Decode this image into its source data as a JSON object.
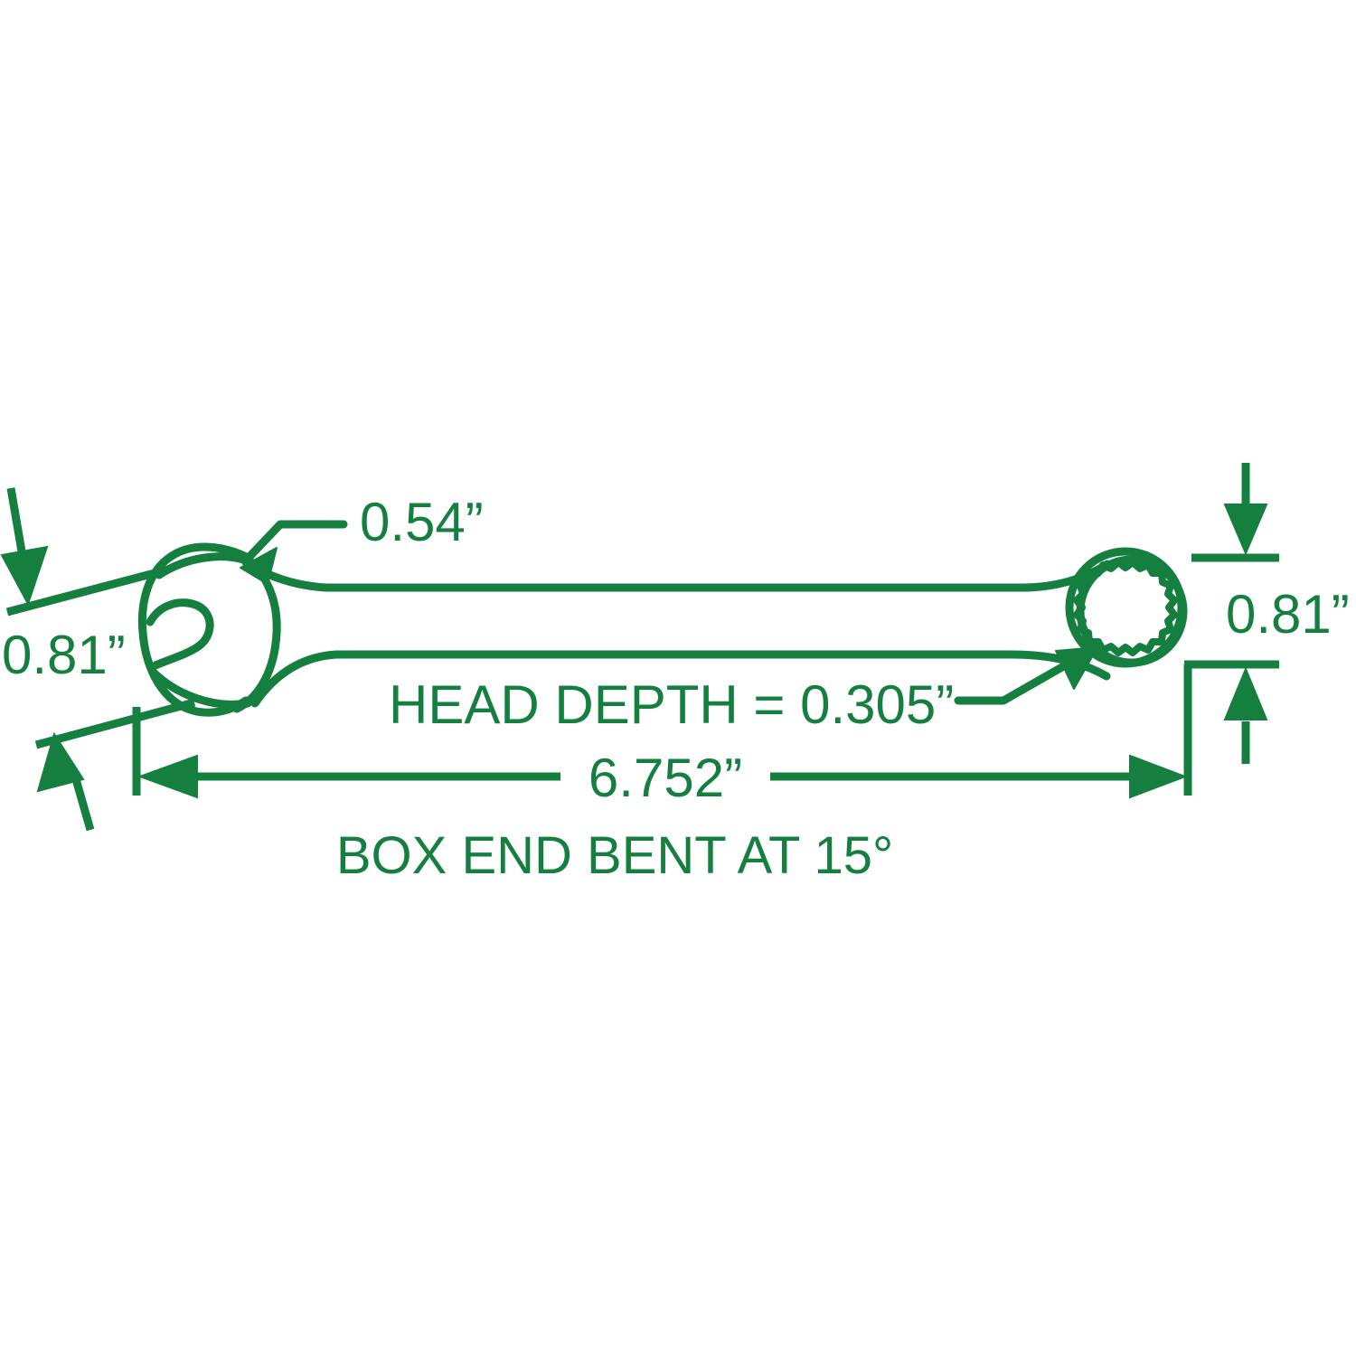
{
  "drawing": {
    "title": "Combination Wrench Dimensional Drawing",
    "stroke_color": "#157f40",
    "background_color": "#ffffff",
    "line_width": 9,
    "units": "inches"
  },
  "dimensions": {
    "open_end_jaw_opening": {
      "label": "0.54”",
      "name": "open-end-jaw-opening",
      "value": 0.54,
      "unit": "inch",
      "leader": "points to open end head"
    },
    "open_end_head_thickness": {
      "label": "0.81”",
      "name": "open-end-head-thickness",
      "value": 0.81,
      "unit": "inch",
      "leader": "tilted witness lines at left, arrows in/out"
    },
    "box_end_head_width": {
      "label": "0.81”",
      "name": "box-end-head-width",
      "value": 0.81,
      "unit": "inch",
      "leader": "horizontal witness lines at right, arrows in/out"
    },
    "head_depth": {
      "label": "HEAD DEPTH = 0.305”",
      "name": "head-depth",
      "value": 0.305,
      "unit": "inch",
      "leader": "points to box end ring"
    },
    "overall_length": {
      "label": "6.752”",
      "name": "overall-length",
      "value": 6.752,
      "unit": "inch",
      "leader": "full width dimension line with arrows at both ends"
    }
  },
  "notes": {
    "bend_note": {
      "label": "BOX END BENT AT 15°",
      "name": "box-end-bend-note",
      "angle_degrees": 15
    }
  },
  "geometry": {
    "box_end_ring_points": 16,
    "open_end_type": "open-end-jaw",
    "box_end_type": "12-point-box-ring"
  }
}
